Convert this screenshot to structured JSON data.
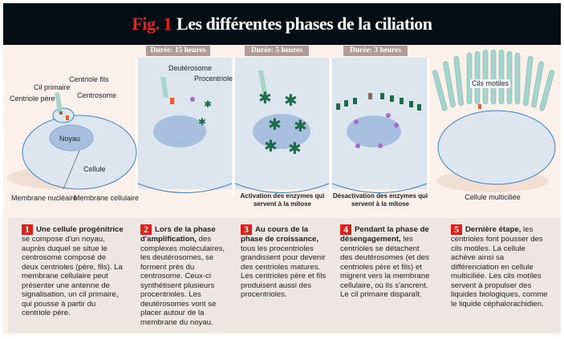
{
  "header": {
    "fig": "Fig. 1",
    "title": "Les différentes phases de la ciliation"
  },
  "durations": [
    "Durée: 15 heures",
    "Durée: 5 heures",
    "Durée: 3 heures"
  ],
  "labels": {
    "cil_primaire": "Cil primaire",
    "centriole_pere": "Centriole père",
    "centriole_fils": "Centriole fils",
    "centrosome": "Centrosome",
    "noyau": "Noyau",
    "cellule": "Cellule",
    "membrane_nucleaire": "Membrane nucléaire",
    "membrane_cellulaire": "Membrane cellulaire",
    "deuterosome": "Deutérosome",
    "procentriole": "Procentriole",
    "cils_motiles": "Cils motiles"
  },
  "captions": {
    "p3": "Activation des enzymes qui servent à la mitose",
    "p4": "Désactivation des enzymes qui servent à la mitose",
    "p5": "Cellule multiciliée"
  },
  "steps": [
    {
      "num": "1",
      "bold": "Une cellule progénitrice",
      "text": " se compose d'un noyau, auprès duquel se situe le centrosome composé de deux centrioles (père, fils). La membrane cellulaire peut présenter une antenne de signalisation, un cil primaire, qui pousse à partir du centriole père."
    },
    {
      "num": "2",
      "bold": "Lors de la phase d'amplification,",
      "text": " des complexes moléculaires, les deutérosomes, se forment près du centrosome. Ceux-ci synthétisent plusieurs procentrioles. Les deutérosomes vont se placer autour de la membrane du noyau."
    },
    {
      "num": "3",
      "bold": "Au cours de la phase de croissance,",
      "text": " tous les procentrioles grandissent pour devenir des centrioles matures. Les centrioles père et fils produisent aussi des procentrioles."
    },
    {
      "num": "4",
      "bold": "Pendant la phase de désengagement,",
      "text": " les centrioles se détachent des deutérosomes (et des centrioles père et fils) et migrent vers la membrane cellulaire, où ils s'ancrent. Le cil primaire disparaît."
    },
    {
      "num": "5",
      "bold": "Dernière étape,",
      "text": " les centrioles font pousser des cils motiles. La cellule achève ainsi sa différenciation en cellule multiciliée. Les cils motiles servent à propulser des liquides biologiques, comme le liquide céphalorachidien."
    }
  ],
  "colors": {
    "red": "#e2261d",
    "cell": "#dde6ef",
    "nucleus": "#a9bfe0",
    "cilia": "#a6d4cc",
    "green": "#1d6b4a",
    "orange": "#f05a28",
    "purple": "#a56cc8"
  }
}
